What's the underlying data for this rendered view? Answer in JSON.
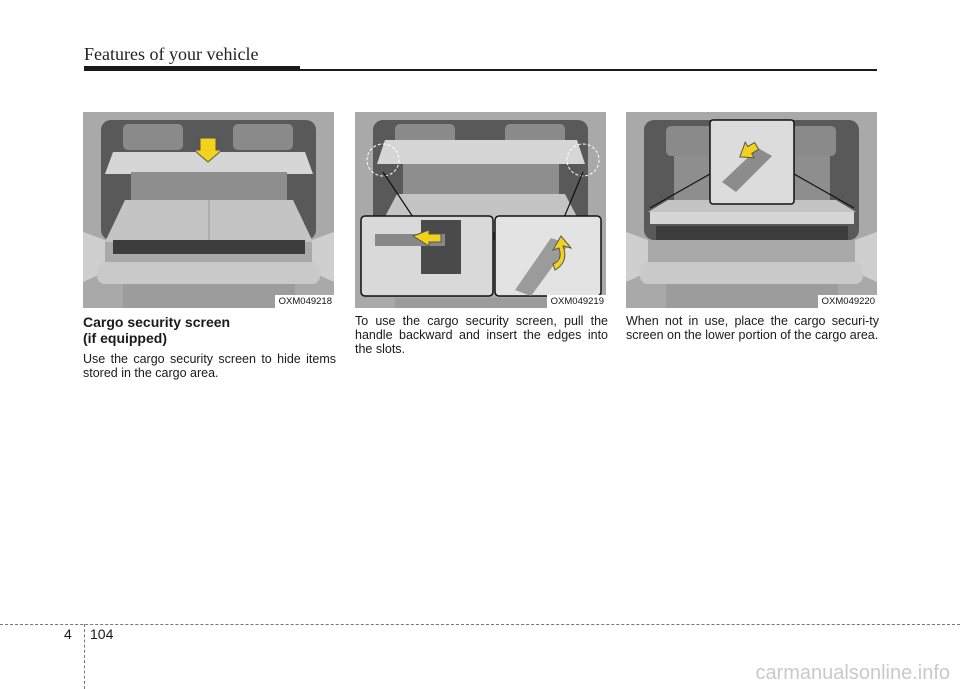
{
  "header": {
    "title": "Features of your vehicle"
  },
  "figures": [
    {
      "code": "OXM049218"
    },
    {
      "code": "OXM049219"
    },
    {
      "code": "OXM049220"
    }
  ],
  "columns": [
    {
      "heading": "Cargo security screen\n(if equipped)",
      "text": "Use the cargo security screen to hide items stored in the cargo area."
    },
    {
      "text": "To use the cargo security screen, pull the handle backward and insert the edges into the slots."
    },
    {
      "text": "When not in use, place the cargo securi-ty screen on the lower portion of the cargo area."
    }
  ],
  "footer": {
    "chapter": "4",
    "page": "104"
  },
  "watermark": "carmanualsonline.info",
  "colors": {
    "arrow": "#f2d21a",
    "rule": "#1a1a1a"
  }
}
